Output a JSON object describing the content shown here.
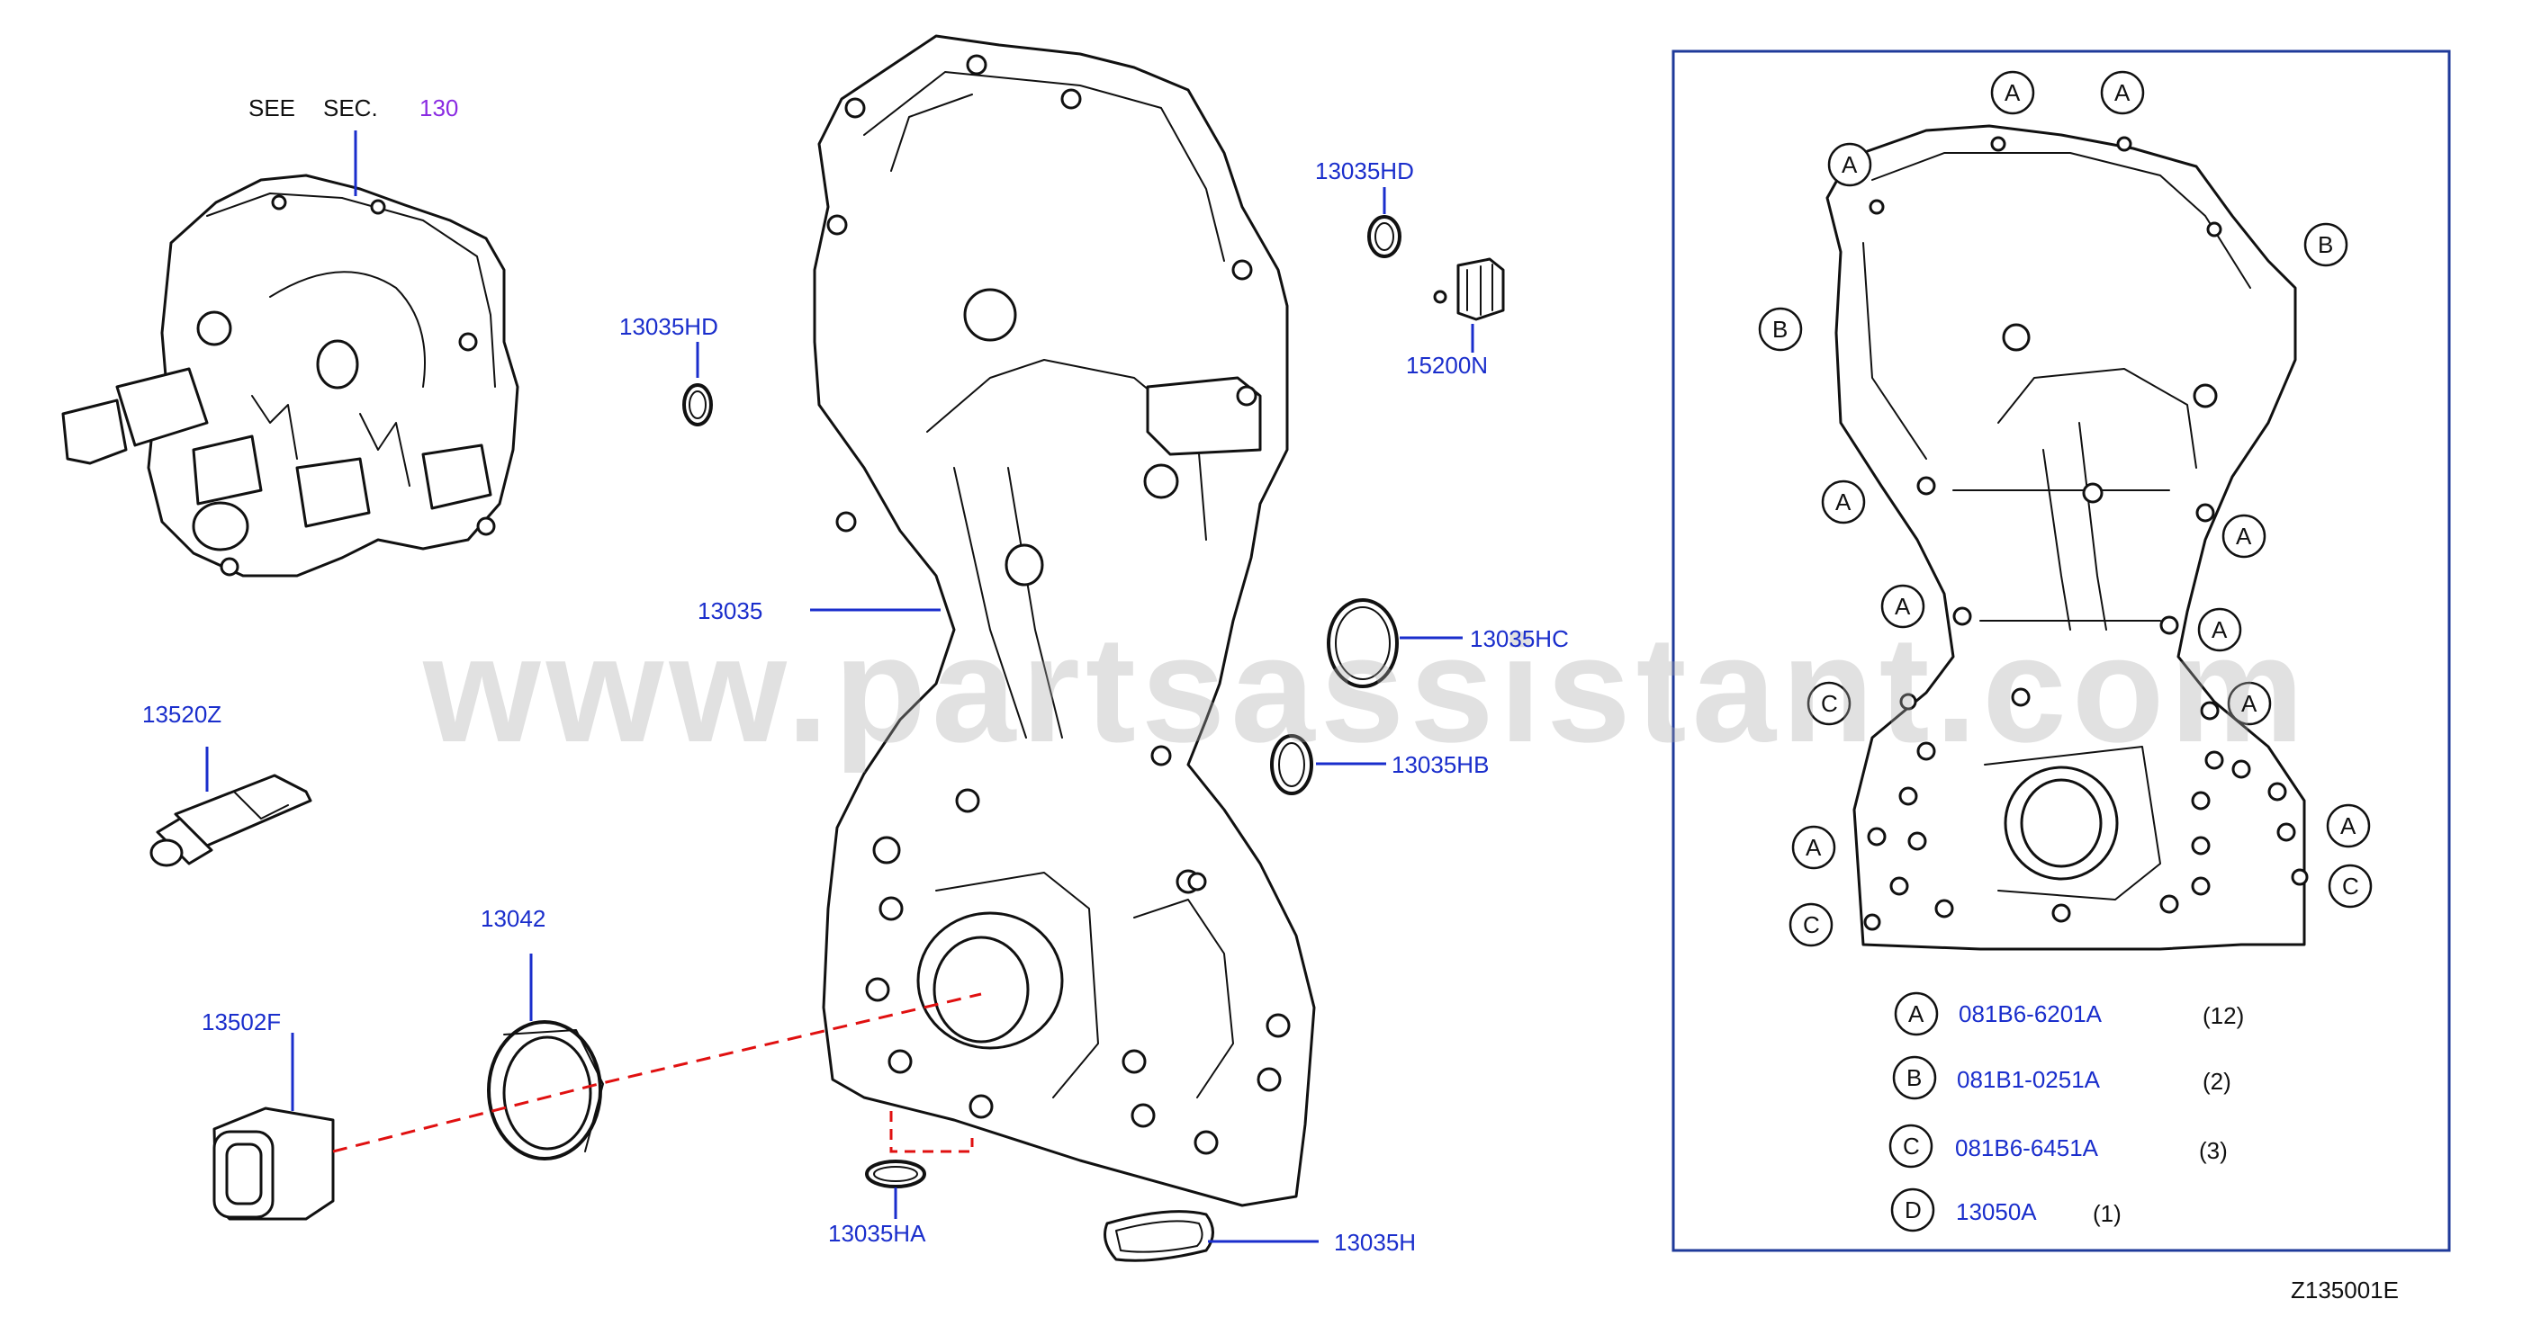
{
  "see_section": {
    "prefix": "SEE",
    "sec": "SEC.",
    "number": "130"
  },
  "parts": {
    "p13035": "13035",
    "p13035HD_left": "13035HD",
    "p13035HD_right": "13035HD",
    "p15200N": "15200N",
    "p13035HC": "13035HC",
    "p13035HB": "13035HB",
    "p13520Z": "13520Z",
    "p13042": "13042",
    "p13502F": "13502F",
    "p13035HA": "13035HA",
    "p13035H": "13035H"
  },
  "inset_markers": {
    "A": "A",
    "B": "B",
    "C": "C",
    "D": "D"
  },
  "bolt_legend": [
    {
      "key": "A",
      "part": "081B6-6201A",
      "qty": "(12)"
    },
    {
      "key": "B",
      "part": "081B1-0251A",
      "qty": "(2)"
    },
    {
      "key": "C",
      "part": "081B6-6451A",
      "qty": "(3)"
    },
    {
      "key": "D",
      "part": "13050A",
      "qty": "(1)"
    }
  ],
  "diagram_code": "Z135001E",
  "watermark": "www.partsassistant.com",
  "colors": {
    "label_blue": "#1a2ecc",
    "leader_blue": "#1a2ecc",
    "section_purple": "#8a2be2",
    "seal_line_red": "#e01010",
    "frame_blue": "#1f3a9a",
    "linework": "#111111"
  }
}
